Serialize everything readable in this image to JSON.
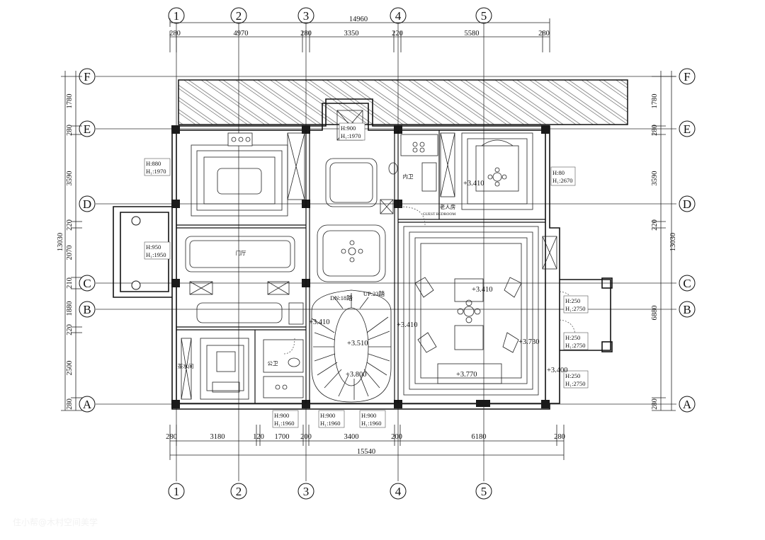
{
  "axes": {
    "columns": [
      "1",
      "2",
      "3",
      "4",
      "5"
    ],
    "rows": [
      "F",
      "E",
      "D",
      "C",
      "B",
      "A"
    ]
  },
  "dimensions": {
    "top_total": "14960",
    "top_segments": [
      "280",
      "4970",
      "280",
      "3350",
      "220",
      "5580",
      "280"
    ],
    "bottom_segments": [
      "280",
      "3180",
      "120",
      "1700",
      "200",
      "3400",
      "200",
      "6180",
      "280"
    ],
    "bottom_total": "15540",
    "left_segments": [
      "1780",
      "280",
      "3590",
      "220",
      "2070",
      "210",
      "1880",
      "220",
      "2500",
      "280"
    ],
    "left_total": "13030",
    "right_segments": [
      "1780",
      "280",
      "3590",
      "220",
      "6880",
      "280"
    ],
    "right_total": "13030"
  },
  "door_tags": [
    {
      "h": "H:880",
      "h1": "H₁:1970"
    },
    {
      "h": "H:950",
      "h1": "H₁:1950"
    },
    {
      "h": "H:80",
      "h1": "H₁:2670"
    },
    {
      "h": "H:900",
      "h1": "H₁:1960"
    },
    {
      "h": "H:900",
      "h1": "H₁:1960"
    },
    {
      "h": "H:900",
      "h1": "H₁:1960"
    },
    {
      "h": "H:250",
      "h1": "H₁:2750"
    },
    {
      "h": "H:250",
      "h1": "H₁:2750"
    },
    {
      "h": "H:250",
      "h1": "H₁:2750"
    },
    {
      "h": "H:900",
      "h1": "H₁:1970"
    }
  ],
  "levels": [
    "+3.410",
    "+3.410",
    "+3.410",
    "+3.510",
    "+3.800",
    "+3.770",
    "+3.730",
    "+3.400",
    "+3.410"
  ],
  "stairs": {
    "down": "DN:18踏",
    "up": "UP:23踏"
  },
  "rooms": {
    "lift": "门厅",
    "inner_wc": "内卫",
    "guest_room": "老人房",
    "guest_room_en": "GUEST BEDROOM",
    "wc": "公卫",
    "tea": "茶水间"
  },
  "watermark": "住小帮@木村空间美学"
}
